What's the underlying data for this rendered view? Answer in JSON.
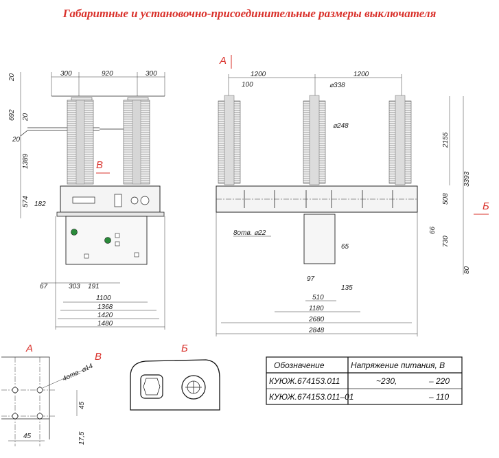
{
  "title": "Габаритные и установочно-присоединительные размеры выключателя",
  "views": {
    "front": {
      "dims_top": [
        "300",
        "920",
        "300"
      ],
      "dims_left": [
        "20",
        "692",
        "20",
        "20",
        "1389",
        "574",
        "182"
      ],
      "dims_bottom": [
        "67",
        "303",
        "191",
        "1100",
        "1368",
        "1420",
        "1480"
      ],
      "view_mark": "В"
    },
    "side": {
      "view_mark_a": "А",
      "view_mark_b": "Б",
      "dims_top": [
        "1200",
        "1200",
        "100",
        "⌀338",
        "⌀248"
      ],
      "dims_right": [
        "2155",
        "3393",
        "508",
        "66",
        "730",
        "80"
      ],
      "holes": "8отв. ⌀22",
      "dims_bottom": [
        "65",
        "97",
        "135",
        "510",
        "1180",
        "2680",
        "2848"
      ]
    },
    "detail_a": {
      "label": "А",
      "view_mark": "В",
      "holes": "4отв. ⌀14",
      "dims": [
        "45",
        "45",
        "17,5"
      ]
    },
    "detail_b": {
      "label": "Б"
    }
  },
  "table": {
    "headers": [
      "Обозначение",
      "Напряжение питания, В"
    ],
    "rows": [
      {
        "code": "КУЮЖ.674153.011",
        "v1": "~230,",
        "v2": "– 220"
      },
      {
        "code": "КУЮЖ.674153.011–01",
        "v1": "",
        "v2": "– 110"
      }
    ]
  },
  "colors": {
    "accent": "#d9302a",
    "line": "#222222"
  }
}
